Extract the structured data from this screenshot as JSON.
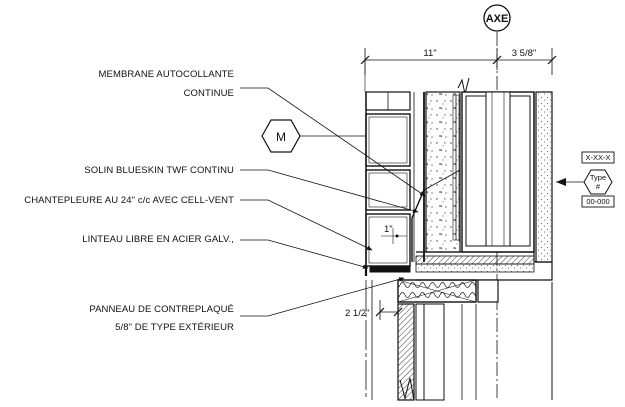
{
  "axis_tag": "AXE",
  "dimensions": {
    "top_left": "11\"",
    "top_right": "3 5/8\"",
    "bottom": "2 1/2\"",
    "inner": "1\""
  },
  "material_tag": "M",
  "detail_tag": {
    "top": "X-XX-X",
    "middle_line1": "Type",
    "middle_line2": "#",
    "bottom": "00-000"
  },
  "labels": {
    "membrane_line1": "MEMBRANE AUTOCOLLANTE",
    "membrane_line2": "CONTINUE",
    "solin": "SOLIN BLUESKIN TWF CONTINU",
    "chantepleure": "CHANTEPLEURE AU 24\" c/c AVEC CELL-VENT",
    "linteau": "LINTEAU LIBRE EN ACIER GALV.,",
    "panneau_line1": "PANNEAU DE CONTREPLAQUÉ",
    "panneau_line2": "5/8\" DE TYPE EXTÉRIEUR"
  }
}
